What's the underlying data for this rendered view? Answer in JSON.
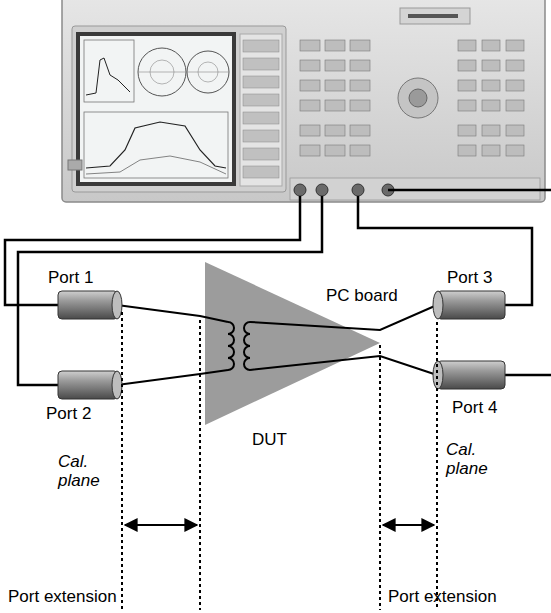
{
  "diagram": {
    "labels": [
      "Port 1",
      "PC board",
      "Port 3",
      "Port 2",
      "DUT",
      "Port 4",
      "Cal. plane",
      "Cal. plane",
      "Port extension",
      "Port extension"
    ]
  }
}
